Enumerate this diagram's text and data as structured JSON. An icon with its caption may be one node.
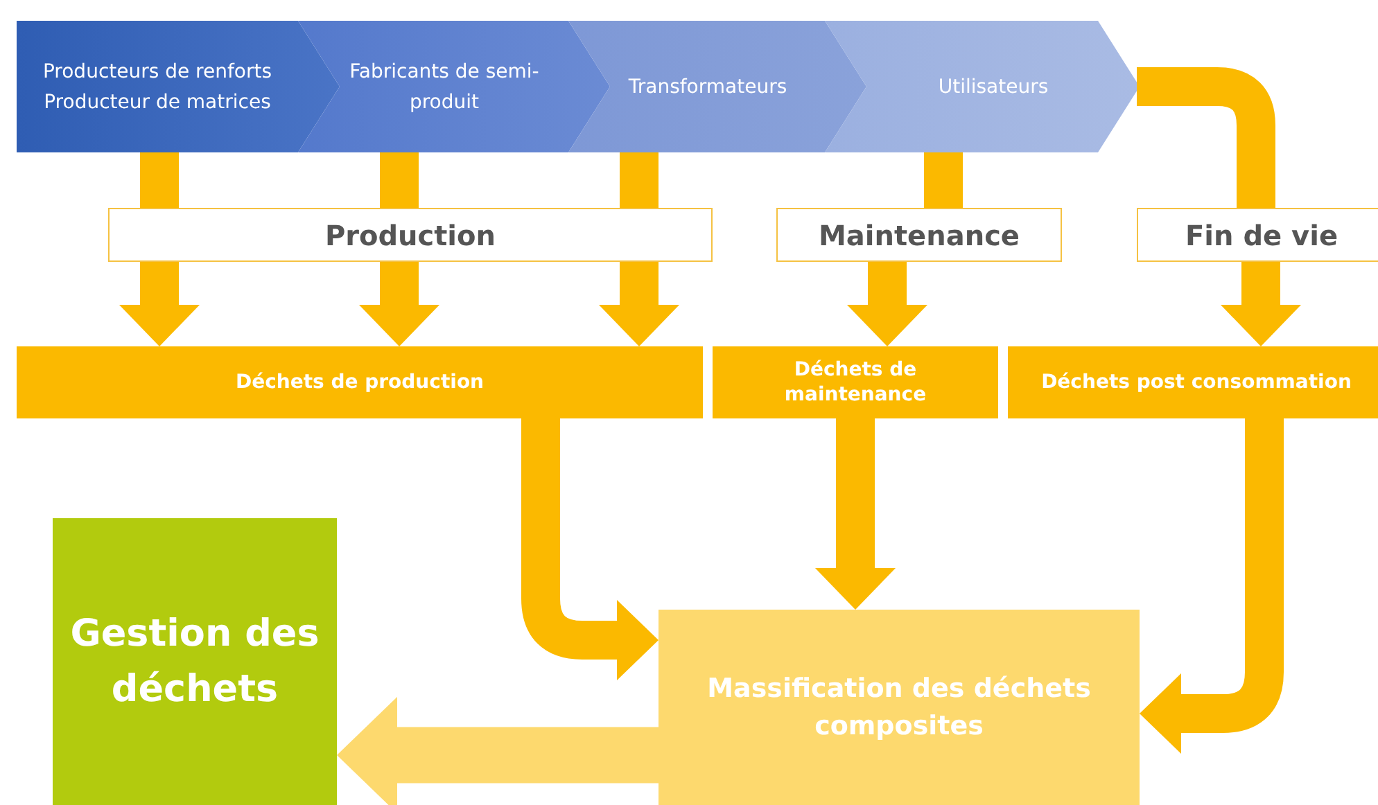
{
  "diagram": {
    "nodes": [
      {
        "text": [
          "Producteurs de renforts",
          "Producteur de matrices"
        ]
      },
      {
        "text": [
          "Fabricants de semi-produit"
        ]
      },
      {
        "text": [
          "Transformateurs"
        ]
      },
      {
        "text": [
          "Utilisateurs"
        ]
      },
      {
        "text": [
          "Production"
        ]
      },
      {
        "text": [
          "Maintenance"
        ]
      },
      {
        "text": [
          "Fin de vie"
        ]
      },
      {
        "text": [
          "Déchets de production"
        ]
      },
      {
        "text": [
          "Déchets de maintenance"
        ]
      },
      {
        "text": [
          "Déchets post consommation"
        ]
      },
      {
        "text": [
          "Massification des déchets composites"
        ]
      },
      {
        "text": [
          "Gestion des déchets"
        ]
      }
    ],
    "edges": [
      {
        "from": 0,
        "to": 4,
        "arrow": "none"
      },
      {
        "from": 1,
        "to": 4,
        "arrow": "none"
      },
      {
        "from": 2,
        "to": 4,
        "arrow": "none"
      },
      {
        "from": 4,
        "to": 7,
        "arrow": "to"
      },
      {
        "from": 4,
        "to": 7,
        "arrow": "to"
      },
      {
        "from": 4,
        "to": 7,
        "arrow": "to"
      },
      {
        "from": 3,
        "to": 5,
        "arrow": "none"
      },
      {
        "from": 5,
        "to": 8,
        "arrow": "to"
      },
      {
        "from": 3,
        "to": 6,
        "arrow": "none"
      },
      {
        "from": 6,
        "to": 9,
        "arrow": "to"
      },
      {
        "from": 7,
        "to": 10,
        "arrow": "to"
      },
      {
        "from": 8,
        "to": 10,
        "arrow": "to"
      },
      {
        "from": 9,
        "to": 10,
        "arrow": "to"
      },
      {
        "from": 10,
        "to": 11,
        "arrow": "to",
        "color": "#fdd96e"
      }
    ]
  }
}
